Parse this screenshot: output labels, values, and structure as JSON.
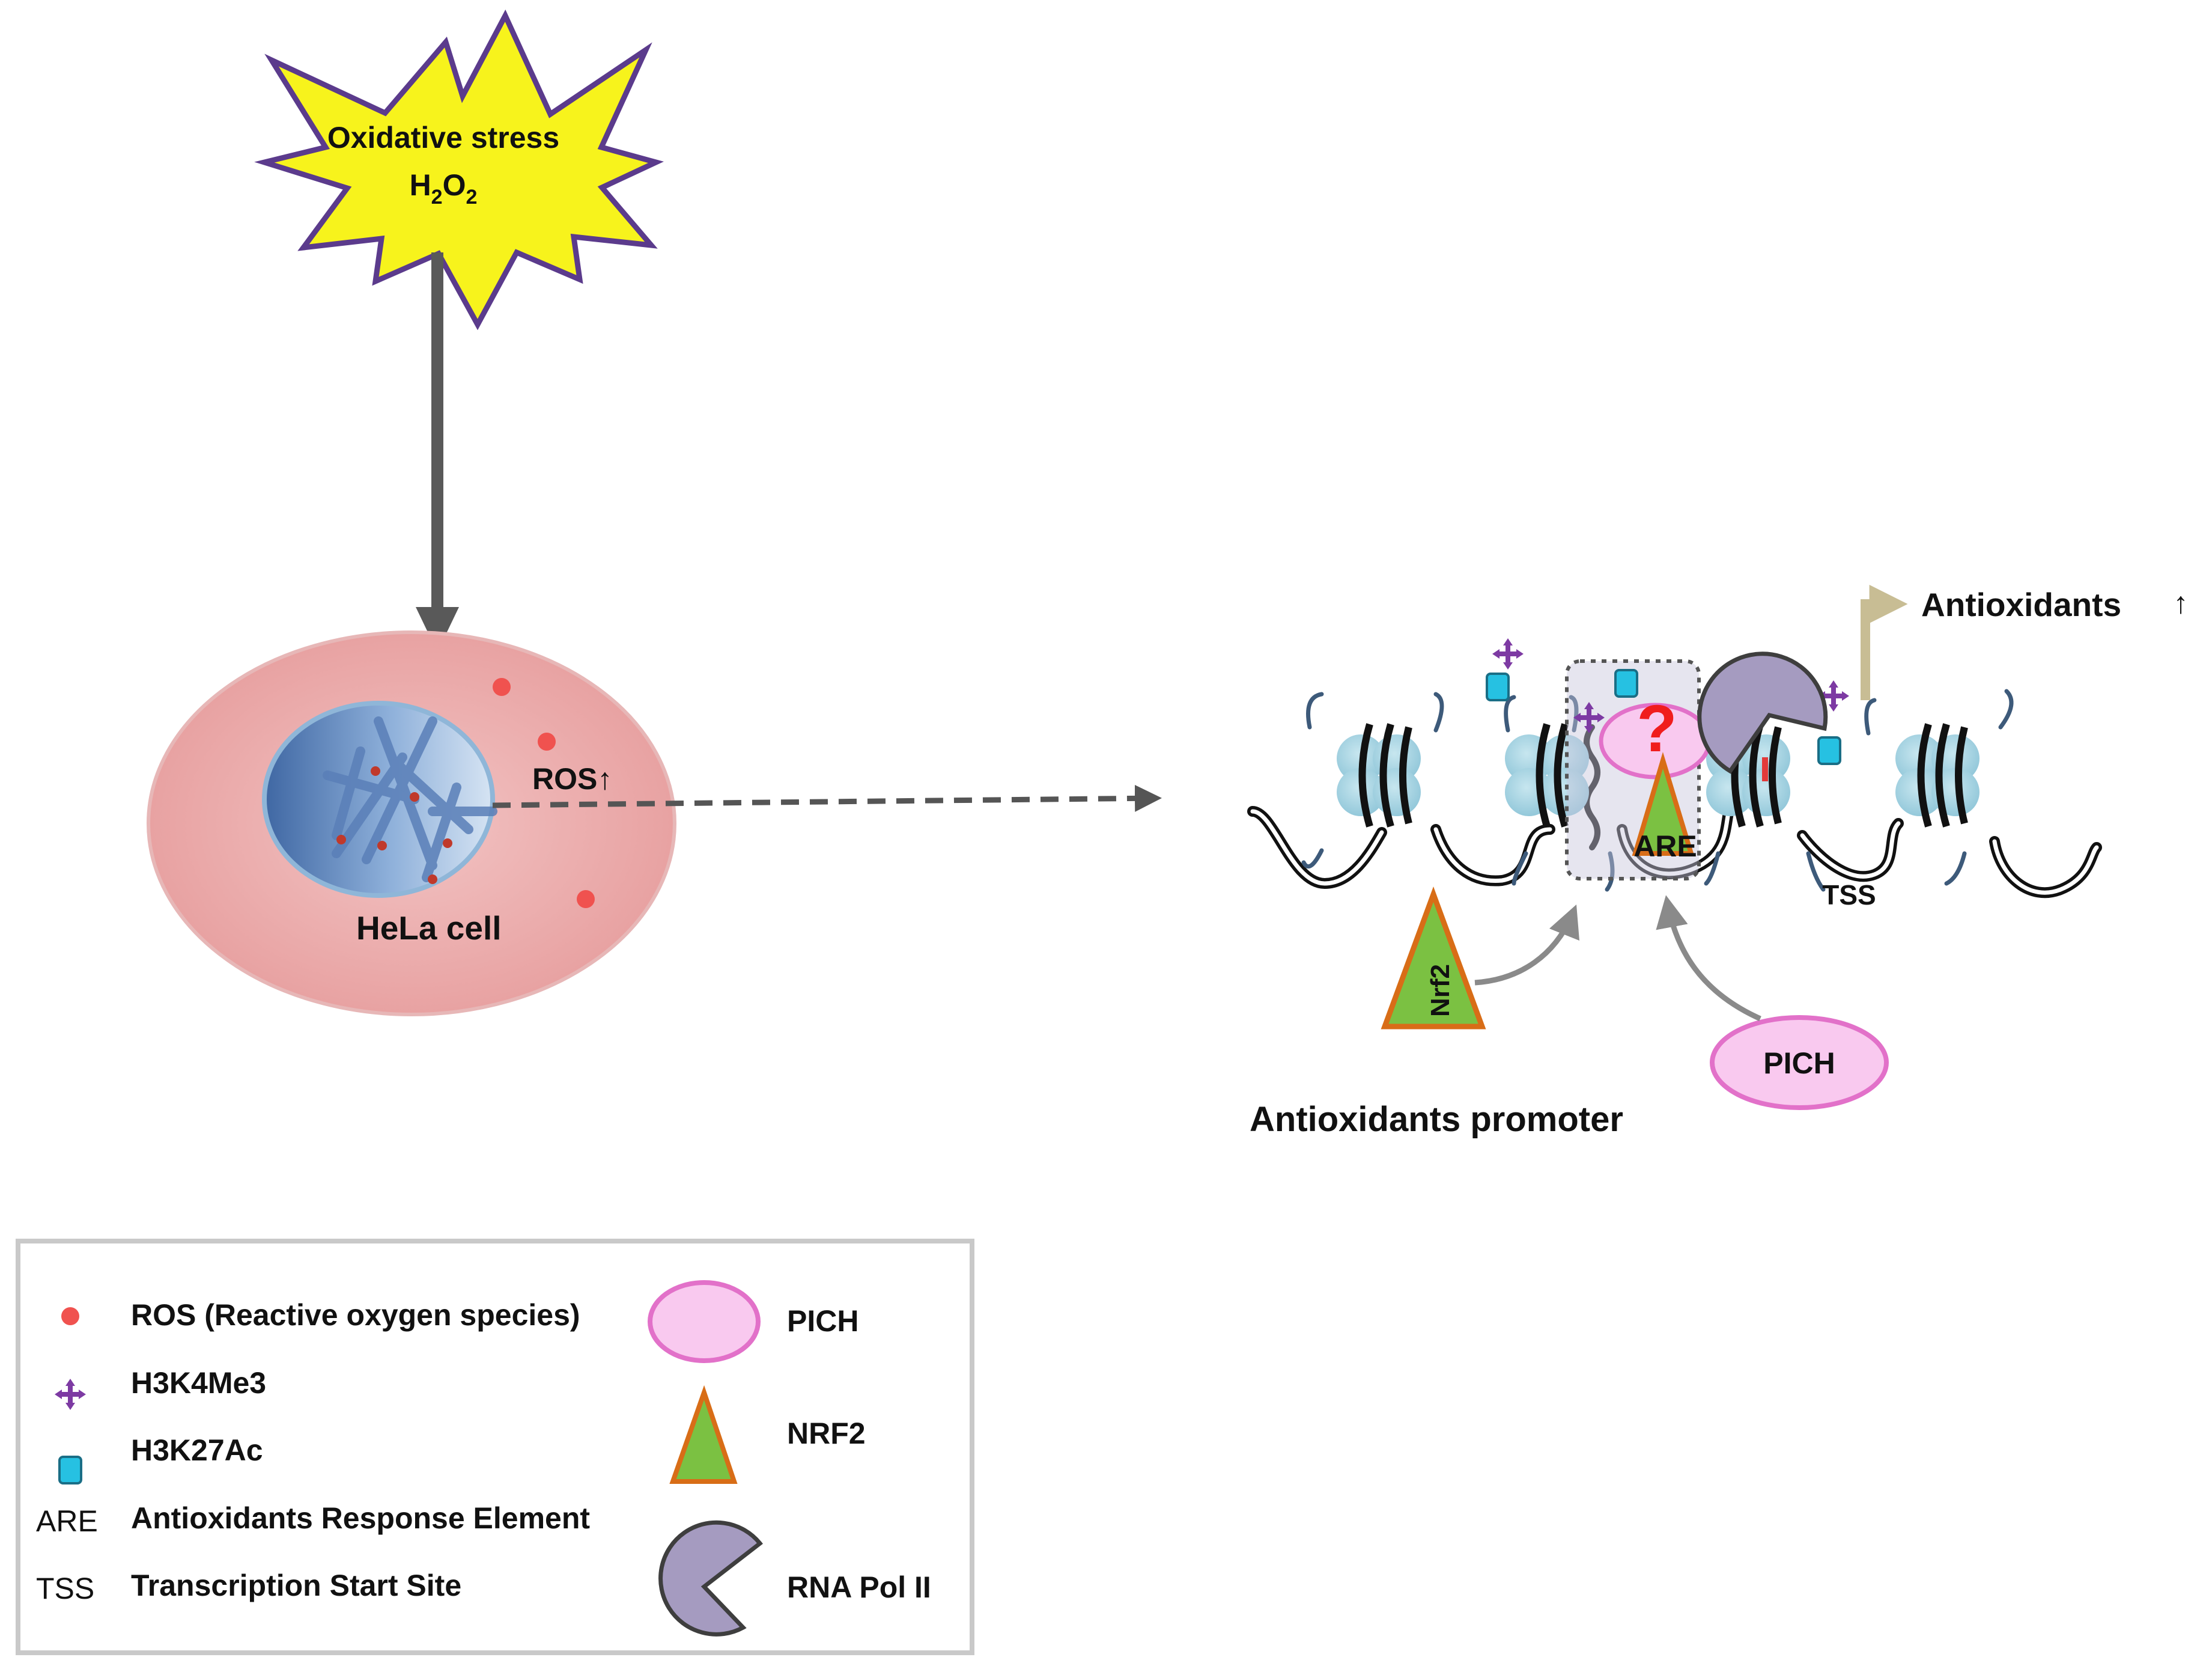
{
  "stress": {
    "line1": "Oxidative stress",
    "h": "H",
    "sub1": "2",
    "o": "O",
    "sub2": "2"
  },
  "cell": {
    "label": "HeLa cell",
    "ros_label": "ROS",
    "ros_arrow": "↑"
  },
  "promoter": {
    "title": "Antioxidants promoter",
    "output_label": "Antioxidants",
    "output_arrow": "↑",
    "are_label": "ARE",
    "tss_label": "TSS",
    "question": "?",
    "nrf2_label": "Nrf2",
    "pich_label": "PICH"
  },
  "legend": {
    "items": [
      {
        "symbol": "ROS-dot",
        "label": "ROS (Reactive oxygen species)"
      },
      {
        "symbol": "H3K4Me3-cross",
        "label": "H3K4Me3"
      },
      {
        "symbol": "H3K27Ac-square",
        "label": "H3K27Ac"
      },
      {
        "abbr": "ARE",
        "label": "Antioxidants Response Element"
      },
      {
        "abbr": "TSS",
        "label": "Transcription Start Site"
      }
    ],
    "shapes": [
      {
        "symbol": "pink-oval",
        "label": "PICH"
      },
      {
        "symbol": "green-triangle",
        "label": "NRF2"
      },
      {
        "symbol": "purple-pacman",
        "label": "RNA Pol II"
      }
    ]
  },
  "colors": {
    "star_fill": "#f7f31c",
    "star_stroke": "#5b3b8c",
    "cell_fill": "#e8a9a9",
    "nucleus": "#8eaed6",
    "ros": "#f0524f",
    "histone": "#a7d3e2",
    "pich_fill": "#f9c9ef",
    "pich_stroke": "#e271c9",
    "nrf2_fill": "#7bc142",
    "nrf2_stroke": "#d86d17",
    "polII": "#a59bc0",
    "h3k4me3": "#7d3aa3",
    "h3k27ac": "#26c1e2"
  }
}
